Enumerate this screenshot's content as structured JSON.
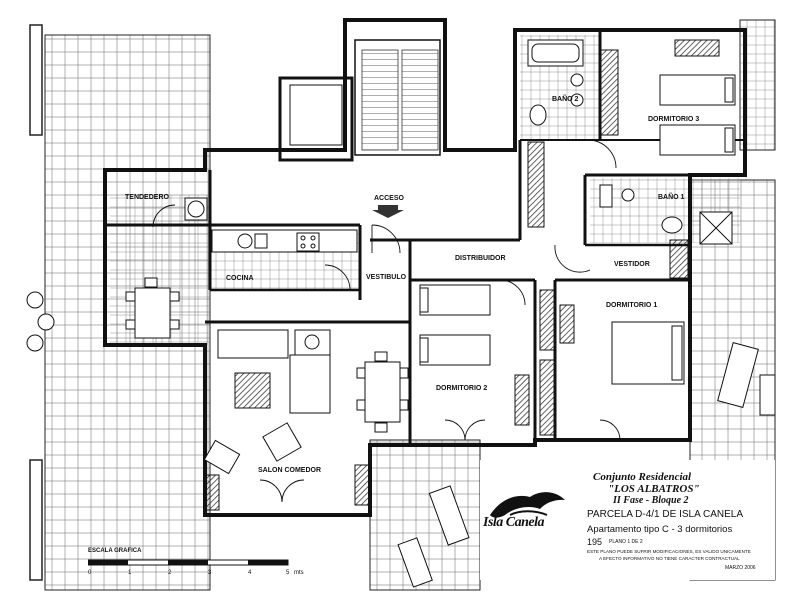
{
  "rooms": {
    "bano2": "BAÑO 2",
    "dormitorio3": "DORMITORIO 3",
    "tendedero": "TENDEDERO",
    "acceso": "ACCESO",
    "bano1": "BAÑO 1",
    "cocina": "COCINA",
    "vestibulo": "VESTIBULO",
    "distribuidor": "DISTRIBUIDOR",
    "vestidor": "VESTIDOR",
    "dormitorio1": "DORMITORIO 1",
    "dormitorio2": "DORMITORIO 2",
    "salon_comedor": "SALON COMEDOR"
  },
  "title_block": {
    "line1": "Conjunto Residencial",
    "line2": "\"LOS ALBATROS\"",
    "line3": "II Fase - Bloque 2",
    "parcela": "PARCELA D-4/1 DE ISLA CANELA",
    "apartamento": "Apartamento tipo C - 3 dormitorios",
    "number": "195",
    "plano": "PLANO 1 DE 2",
    "note_line1": "ESTE PLANO PUEDE SUFRIR MODIFICACIONES, ES VALIDO UNICAMENTE",
    "note_line2": "A EFECTO INFORMATIVO NO TIENE CARACTER CONTRACTUAL",
    "date": "MARZO 2006",
    "logo_text": "Isla Canela"
  },
  "scale": {
    "title": "ESCALA GRAFICA",
    "ticks": [
      "0",
      "1",
      "2",
      "3",
      "4",
      "5"
    ],
    "unit": "mts"
  }
}
